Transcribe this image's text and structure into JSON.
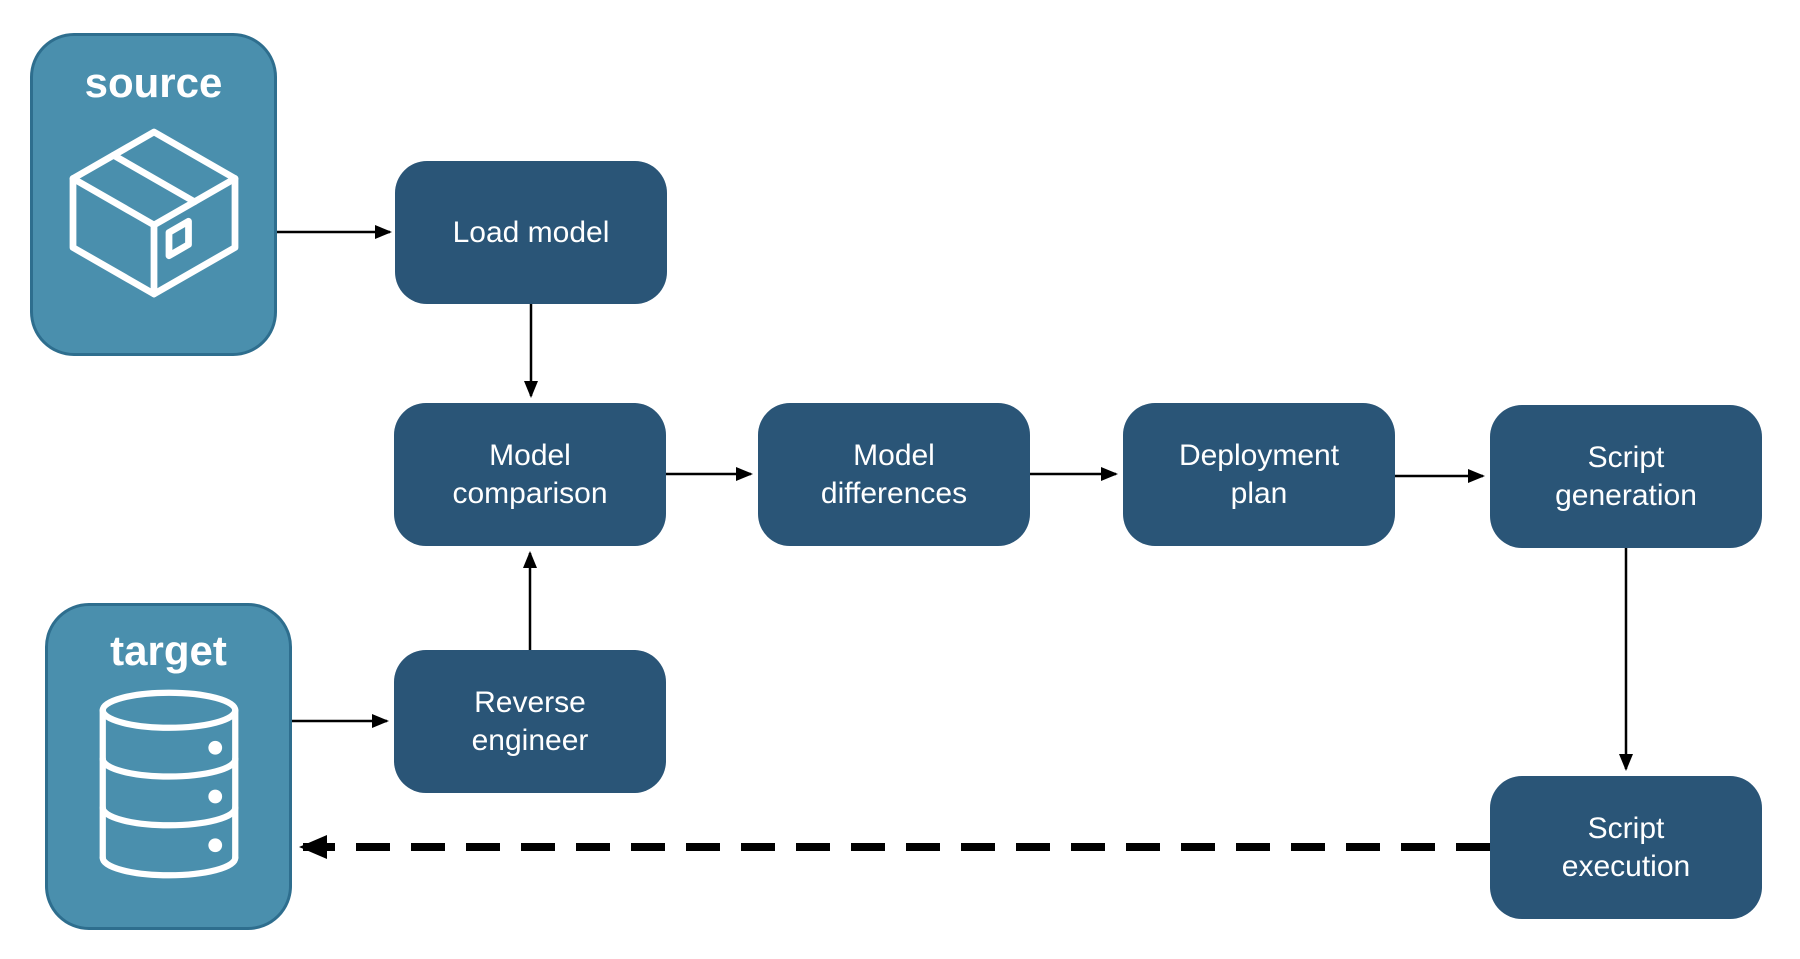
{
  "containers": [
    {
      "id": "source",
      "label": "source",
      "icon": "package-icon"
    },
    {
      "id": "target",
      "label": "target",
      "icon": "database-icon"
    }
  ],
  "nodes": [
    {
      "id": "load-model",
      "label": "Load model"
    },
    {
      "id": "model-comparison",
      "label": "Model comparison"
    },
    {
      "id": "model-differences",
      "label": "Model differences"
    },
    {
      "id": "deployment-plan",
      "label": "Deployment plan"
    },
    {
      "id": "script-generation",
      "label": "Script generation"
    },
    {
      "id": "reverse-engineer",
      "label": "Reverse engineer"
    },
    {
      "id": "script-execution",
      "label": "Script execution"
    }
  ],
  "edges": [
    {
      "from": "source",
      "to": "load-model",
      "style": "solid"
    },
    {
      "from": "load-model",
      "to": "model-comparison",
      "style": "solid"
    },
    {
      "from": "model-comparison",
      "to": "model-differences",
      "style": "solid"
    },
    {
      "from": "model-differences",
      "to": "deployment-plan",
      "style": "solid"
    },
    {
      "from": "deployment-plan",
      "to": "script-generation",
      "style": "solid"
    },
    {
      "from": "script-generation",
      "to": "script-execution",
      "style": "solid"
    },
    {
      "from": "reverse-engineer",
      "to": "model-comparison",
      "style": "solid"
    },
    {
      "from": "target",
      "to": "reverse-engineer",
      "style": "solid"
    },
    {
      "from": "script-execution",
      "to": "target",
      "style": "dashed"
    }
  ],
  "colors": {
    "node_fill": "#2A5577",
    "container_fill": "#4A8FAD",
    "container_border": "#2E6E8E",
    "arrow": "#000000",
    "label_text": "#FFFFFF",
    "background": "#FFFFFF"
  }
}
